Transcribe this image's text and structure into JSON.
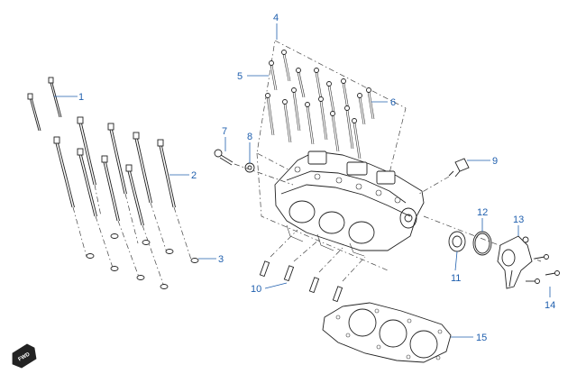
{
  "callouts": [
    {
      "num": "1"
    },
    {
      "num": "2"
    },
    {
      "num": "3"
    },
    {
      "num": "4"
    },
    {
      "num": "5"
    },
    {
      "num": "6"
    },
    {
      "num": "7"
    },
    {
      "num": "8"
    },
    {
      "num": "9"
    },
    {
      "num": "10"
    },
    {
      "num": "11"
    },
    {
      "num": "12"
    },
    {
      "num": "13"
    },
    {
      "num": "14"
    },
    {
      "num": "15"
    }
  ],
  "fwd_badge": {
    "label": "FWD"
  },
  "colors": {
    "callout": "#1f5fae",
    "line": "#222222",
    "background": "#ffffff"
  }
}
